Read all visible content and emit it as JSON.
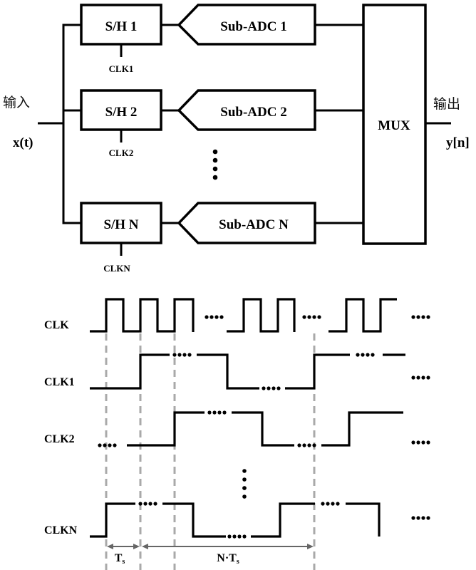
{
  "block_diagram": {
    "input_label_cn": "输入",
    "input_signal": "x(t)",
    "output_label_cn": "输出",
    "output_signal": "y[n]",
    "mux_label": "MUX",
    "channels": [
      {
        "sh": "S/H 1",
        "adc": "Sub-ADC 1",
        "clk": "CLK1"
      },
      {
        "sh": "S/H 2",
        "adc": "Sub-ADC 2",
        "clk": "CLK2"
      },
      {
        "sh": "S/H N",
        "adc": "Sub-ADC N",
        "clk": "CLKN"
      }
    ]
  },
  "timing_diagram": {
    "signals": [
      "CLK",
      "CLK1",
      "CLK2",
      "CLKN"
    ],
    "period_label_base": "T",
    "period_label_sub": "s",
    "span_label_base": "N·T",
    "span_label_sub": "s",
    "ellipsis": "····"
  }
}
